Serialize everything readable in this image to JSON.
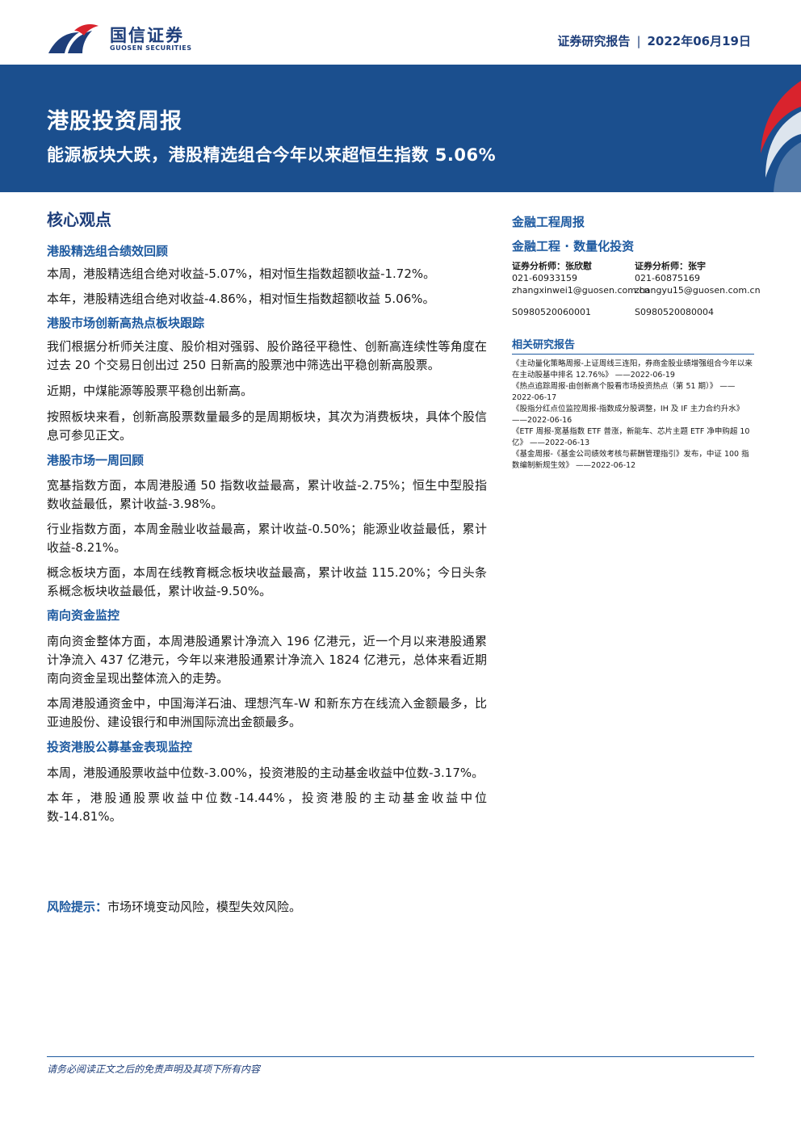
{
  "header": {
    "logo_cn": "国信证券",
    "logo_en": "GUOSEN SECURITIES",
    "report_type": "证券研究报告",
    "separator": "|",
    "date": "2022年06月19日"
  },
  "banner": {
    "title": "港股投资周报",
    "subtitle": "能源板块大跌，港股精选组合今年以来超恒生指数 5.06%"
  },
  "core": {
    "title": "核心观点",
    "sections": [
      {
        "heading": "港股精选组合绩效回顾",
        "paragraphs": [
          "本周，港股精选组合绝对收益-5.07%，相对恒生指数超额收益-1.72%。",
          "本年，港股精选组合绝对收益-4.86%，相对恒生指数超额收益 5.06%。"
        ]
      },
      {
        "heading": "港股市场创新高热点板块跟踪",
        "paragraphs": [
          "我们根据分析师关注度、股价相对强弱、股价路径平稳性、创新高连续性等角度在过去 20 个交易日创出过 250 日新高的股票池中筛选出平稳创新高股票。",
          "近期，中煤能源等股票平稳创出新高。",
          "按照板块来看，创新高股票数量最多的是周期板块，其次为消费板块，具体个股信息可参见正文。"
        ]
      },
      {
        "heading": "港股市场一周回顾",
        "paragraphs": [
          "宽基指数方面，本周港股通 50 指数收益最高，累计收益-2.75%；恒生中型股指数收益最低，累计收益-3.98%。",
          "行业指数方面，本周金融业收益最高，累计收益-0.50%；能源业收益最低，累计收益-8.21%。",
          "概念板块方面，本周在线教育概念板块收益最高，累计收益 115.20%；今日头条系概念板块收益最低，累计收益-9.50%。"
        ]
      },
      {
        "heading": "南向资金监控",
        "paragraphs": [
          "南向资金整体方面，本周港股通累计净流入 196 亿港元，近一个月以来港股通累计净流入 437 亿港元，今年以来港股通累计净流入 1824 亿港元，总体来看近期南向资金呈现出整体流入的走势。",
          "本周港股通资金中，中国海洋石油、理想汽车-W 和新东方在线流入金额最多，比亚迪股份、建设银行和申洲国际流出金额最多。"
        ]
      },
      {
        "heading": "投资港股公募基金表现监控",
        "paragraphs": [
          "本周，港股通股票收益中位数-3.00%，投资港股的主动基金收益中位数-3.17%。",
          "本年，港股通股票收益中位数-14.44%，投资港股的主动基金收益中位数-14.81%。"
        ]
      }
    ],
    "risk_label": "风险提示：",
    "risk_text": "市场环境变动风险，模型失效风险。"
  },
  "sidebar": {
    "category": "金融工程周报",
    "subcategory": "金融工程 · 数量化投资",
    "analysts": [
      {
        "role_name": "证券分析师：张欣慰",
        "phone": "021-60933159",
        "email": "zhangxinwei1@guosen.com.cn",
        "license": "S0980520060001"
      },
      {
        "role_name": "证券分析师：张宇",
        "phone": "021-60875169",
        "email": "zhangyu15@guosen.com.cn",
        "license": "S0980520080004"
      }
    ],
    "related_title": "相关研究报告",
    "related": [
      "《主动量化策略周报-上证周线三连阳，券商金股业绩增强组合今年以来在主动股基中排名 12.76%》 ——2022-06-19",
      "《热点追踪周报-由创新高个股看市场投资热点（第 51 期）》 ——2022-06-17",
      "《股指分红点位监控周报-指数成分股调整，IH 及 IF 主力合约升水》 ——2022-06-16",
      "《ETF 周报-宽基指数 ETF 普涨，新能车、芯片主题 ETF 净申购超 10 亿》 ——2022-06-13",
      "《基金周报-《基金公司绩效考核与薪酬管理指引》发布，中证 100 指数编制新规生效》 ——2022-06-12"
    ]
  },
  "footer": {
    "disclaimer": "请务必阅读正文之后的免责声明及其项下所有内容"
  },
  "colors": {
    "brand_blue": "#1e3e7a",
    "banner_blue": "#1b4f8e",
    "accent_red": "#d9232d",
    "heading_blue": "#1e5aa0"
  }
}
